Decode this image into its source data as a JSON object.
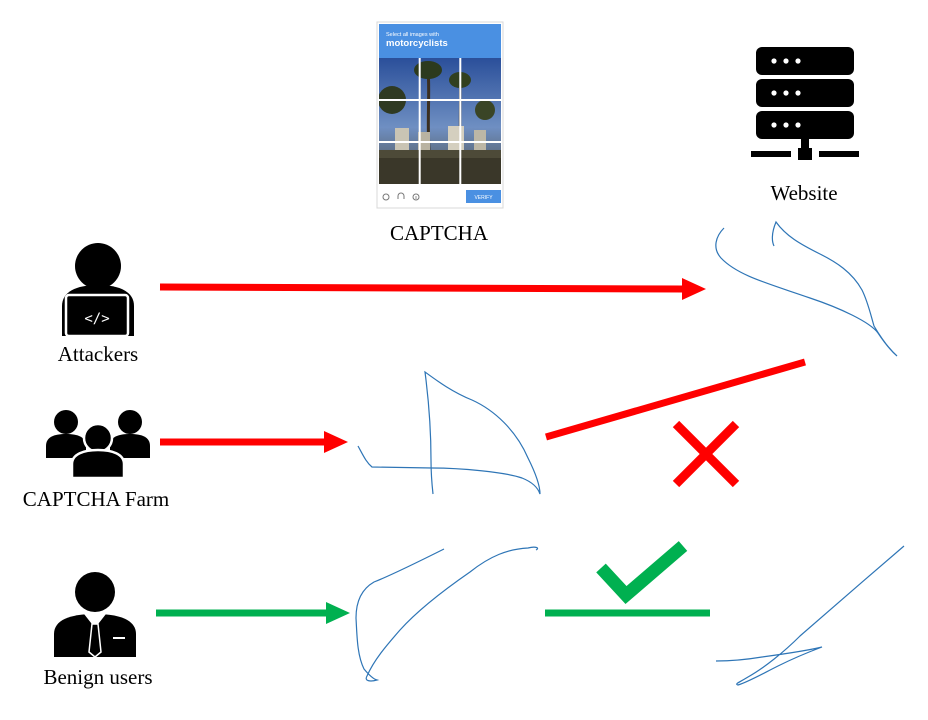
{
  "labels": {
    "captcha": "CAPTCHA",
    "website": "Website",
    "attackers": "Attackers",
    "captcha_farm": "CAPTCHA Farm",
    "benign_users": "Benign users"
  },
  "captcha_widget": {
    "prompt_small": "Select all images with",
    "prompt_big": "motorcyclists",
    "verify_label": "VERIFY",
    "header_color": "#4a90e2",
    "button_color": "#4a90e2"
  },
  "colors": {
    "attack_arrow": "#ff0000",
    "benign_arrow": "#00b050",
    "reject_mark": "#ff0000",
    "accept_mark": "#00b050",
    "scribble": "#2e75b6",
    "icon": "#000000"
  },
  "icons": {
    "attacker": "hacker-laptop-icon",
    "farm": "group-icon",
    "benign": "businessman-icon",
    "website": "server-icon",
    "reject": "cross-icon",
    "accept": "check-icon"
  }
}
